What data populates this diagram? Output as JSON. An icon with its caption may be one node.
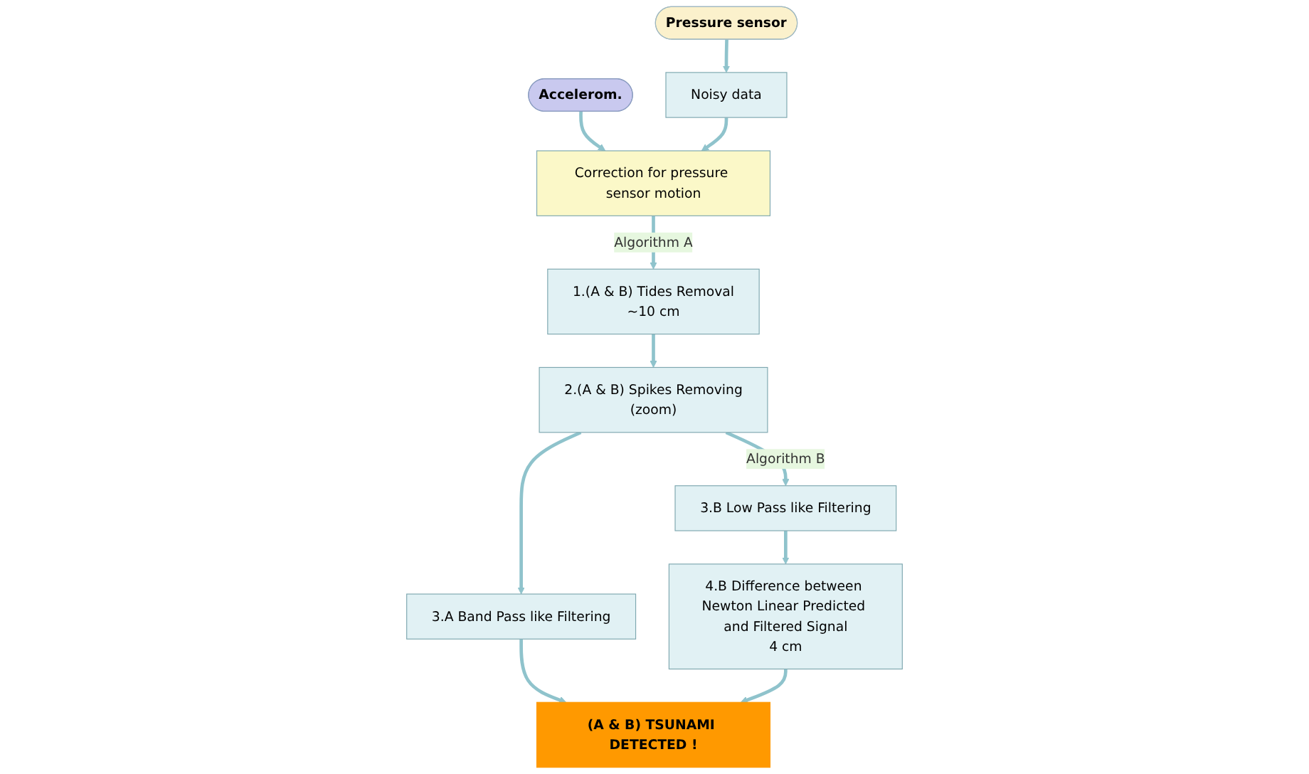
{
  "diagram": {
    "nodes": [
      {
        "text": [
          "Accelerom."
        ]
      },
      {
        "text": [
          "Pressure sensor"
        ]
      },
      {
        "text": [
          "Correction for pressure sensor motion"
        ]
      },
      {
        "text": [
          "Noisy data"
        ]
      },
      {
        "text": [
          "1.(A & B) Tides Removal",
          "~10 cm"
        ]
      },
      {
        "text": [
          "2.(A & B) Spikes Removing",
          "(zoom)"
        ]
      },
      {
        "text": [
          "3.A  Band Pass like Filtering"
        ]
      },
      {
        "text": [
          "3.B Low Pass like Filtering"
        ]
      },
      {
        "text": [
          "4.B Difference between Newton Linear Predicted and Filtered Signal",
          "4 cm"
        ]
      },
      {
        "text": [
          "(A & B) TSUNAMI DETECTED !"
        ]
      }
    ],
    "edges": [
      {
        "from": 0,
        "to": 2,
        "arrow": "to"
      },
      {
        "from": 1,
        "to": 3,
        "arrow": "to"
      },
      {
        "from": 3,
        "to": 2,
        "arrow": "to"
      },
      {
        "from": 2,
        "to": 4,
        "arrow": "to",
        "label": "Algorithm A"
      },
      {
        "from": 4,
        "to": 5,
        "arrow": "to"
      },
      {
        "from": 5,
        "to": 6,
        "arrow": "to"
      },
      {
        "from": 5,
        "to": 7,
        "arrow": "to",
        "label": "Algorithm B"
      },
      {
        "from": 7,
        "to": 8,
        "arrow": "to"
      },
      {
        "from": 6,
        "to": 9,
        "arrow": "to"
      },
      {
        "from": 8,
        "to": 9,
        "arrow": "to"
      }
    ]
  }
}
